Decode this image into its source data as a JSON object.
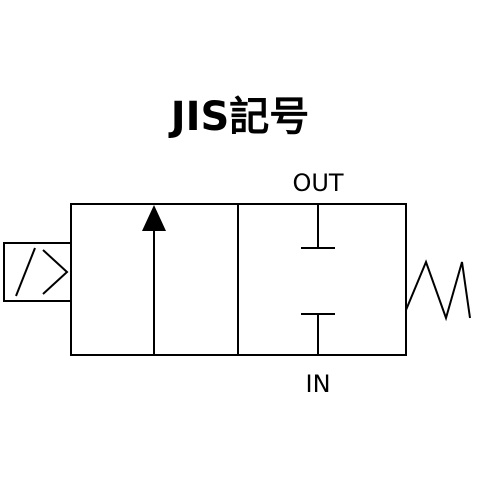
{
  "title": "JIS記号",
  "ports": {
    "out": "OUT",
    "in": "IN"
  },
  "symbol": {
    "type": "2-port solenoid valve",
    "actuator_left": "solenoid",
    "actuator_right": "spring",
    "envelopes": 2,
    "left_envelope": "flow-arrow-up",
    "right_envelope": "blocked-ports"
  },
  "colors": {
    "line": "#000000",
    "background": "#ffffff"
  }
}
